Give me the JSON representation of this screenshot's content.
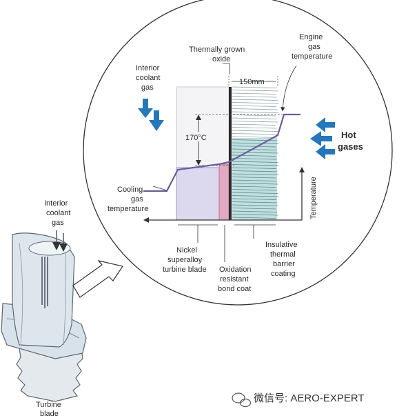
{
  "labels": {
    "thermally_grown_oxide": [
      "Thermally grown",
      "oxide"
    ],
    "thickness": "150mm",
    "engine_gas_temperature": [
      "Engine",
      "gas",
      "temperature"
    ],
    "interior_coolant_gas_top": [
      "Interior",
      "coolant",
      "gas"
    ],
    "delta_t": "170°C",
    "hot_gases": [
      "Hot",
      "gases"
    ],
    "cooling_gas_temperature": [
      "Cooling",
      "gas",
      "temperature"
    ],
    "temperature_axis": "Temperature",
    "interior_coolant_gas_left": [
      "Interior",
      "coolant",
      "gas"
    ],
    "nickel_superalloy": [
      "Nickel",
      "superalloy",
      "turbine blade"
    ],
    "bond_coat": [
      "Oxidation",
      "resistant",
      "bond coat"
    ],
    "thermal_barrier": [
      "Insulative",
      "thermal",
      "barrier",
      "coating"
    ],
    "turbine_blade": [
      "Turbine",
      "blade"
    ]
  },
  "watermark": "微信号: AERO-EXPERT",
  "colors": {
    "substrate": "#dcd9ef",
    "bond_coat": "#e2a9c0",
    "coating": "#bfe0e0",
    "temperature_line": "#6a5c9c",
    "arrow": "#2577b9",
    "blade": "#dde6ec"
  }
}
